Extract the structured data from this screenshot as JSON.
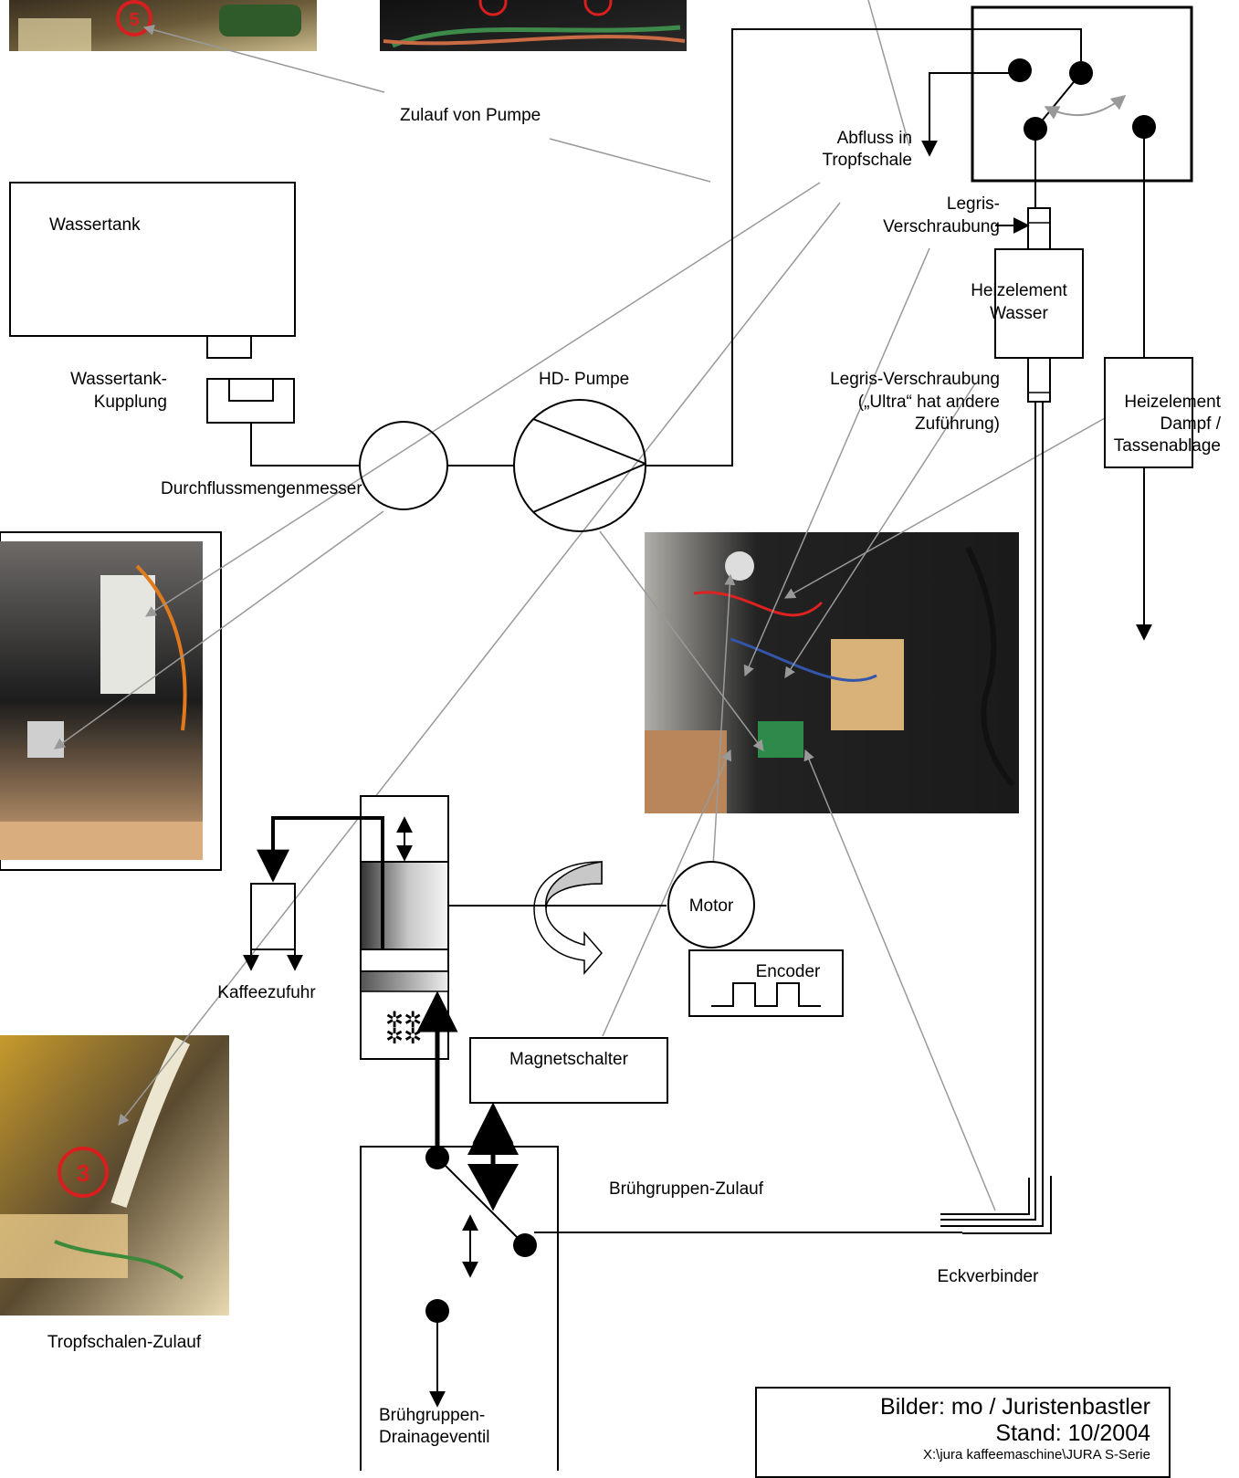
{
  "labels": {
    "zulauf_pumpe": "Zulauf von Pumpe",
    "abfluss_1": "Abfluss in",
    "abfluss_2": "Tropfschale",
    "legris_top_1": "Legris-",
    "legris_top_2": "Verschraubung",
    "wassertank": "Wassertank",
    "heiz_wasser_1": "Heizelement",
    "heiz_wasser_2": "Wasser",
    "kupplung_1": "Wassertank-",
    "kupplung_2": "Kupplung",
    "hd_pumpe": "HD- Pumpe",
    "legris_mid_1": "Legris-Verschraubung",
    "legris_mid_2": "(„Ultra“ hat andere",
    "legris_mid_3": "Zuführung)",
    "heiz_dampf_1": "Heizelement",
    "heiz_dampf_2": "Dampf /",
    "heiz_dampf_3": "Tassenablage",
    "durchfluss": "Durchflussmengenmesser",
    "motor": "Motor",
    "encoder": "Encoder",
    "kaffeezufuhr": "Kaffeezufuhr",
    "magnetschalter": "Magnetschalter",
    "bruehgruppen_zulauf": "Brühgruppen-Zulauf",
    "eckverbinder": "Eckverbinder",
    "tropfschalen_zulauf": "Tropfschalen-Zulauf",
    "drain_1": "Brühgruppen-",
    "drain_2": "Drainageventil"
  },
  "markers": {
    "photo_top_left": "5",
    "photo_bottom_left": "3"
  },
  "info": {
    "line1": "Bilder: mo / Juristenbastler",
    "line2": "Stand: 10/2004",
    "line3": "X:\\jura kaffeemaschine\\JURA S-Serie"
  },
  "colors": {
    "line": "#000000",
    "pointer": "#999999",
    "marker_red": "#d81e1e"
  }
}
